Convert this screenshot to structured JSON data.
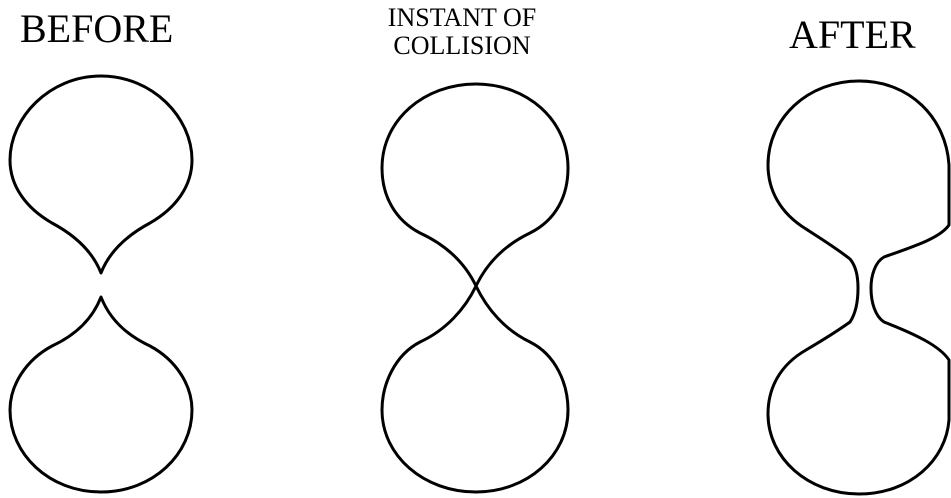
{
  "labels": {
    "before": "BEFORE",
    "instant_line1": "INSTANT OF",
    "instant_line2": "COLLISION",
    "after": "AFTER"
  },
  "colors": {
    "background": "#ffffff",
    "ink": "#000000"
  }
}
